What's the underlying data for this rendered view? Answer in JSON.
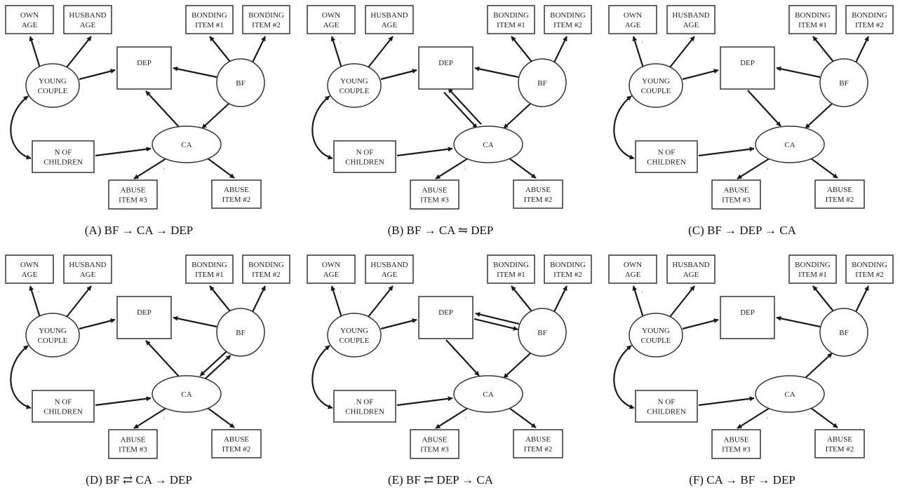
{
  "colors": {
    "stroke": "#1a1a1a",
    "fill": "#ffffff",
    "text": "#222222"
  },
  "nodes": {
    "own_age": {
      "shape": "rect",
      "lines": [
        "OWN",
        "AGE"
      ]
    },
    "husband_age": {
      "shape": "rect",
      "lines": [
        "HUSBAND",
        "AGE"
      ]
    },
    "bonding1": {
      "shape": "rect",
      "lines": [
        "BONDING",
        "ITEM #1"
      ]
    },
    "bonding2": {
      "shape": "rect",
      "lines": [
        "BONDING",
        "ITEM #2"
      ]
    },
    "young_couple": {
      "shape": "ellipse",
      "lines": [
        "YOUNG",
        "COUPLE"
      ]
    },
    "dep": {
      "shape": "rect",
      "lines": [
        "DEP"
      ]
    },
    "bf": {
      "shape": "ellipse",
      "lines": [
        "BF"
      ]
    },
    "ca": {
      "shape": "ellipse",
      "lines": [
        "CA"
      ]
    },
    "n_children": {
      "shape": "rect",
      "lines": [
        "N OF",
        "CHILDREN"
      ]
    },
    "abuse3": {
      "shape": "rect",
      "lines": [
        "ABUSE",
        "ITEM #3"
      ]
    },
    "abuse2": {
      "shape": "rect",
      "lines": [
        "ABUSE",
        "ITEM #2"
      ]
    }
  },
  "small_marks": [
    "1",
    "1",
    "1"
  ],
  "panels": [
    {
      "id": "A",
      "caption": "(A) BF → CA → DEP",
      "bf_ca": "bf-to-ca",
      "ca_dep": "ca-to-dep",
      "bf_dep": "bf-to-dep"
    },
    {
      "id": "B",
      "caption": "(B) BF → CA ⇋ DEP",
      "bf_ca": "bf-to-ca",
      "ca_dep": "both",
      "bf_dep": "bf-to-dep"
    },
    {
      "id": "C",
      "caption": "(C) BF → DEP → CA",
      "bf_ca": "bf-to-ca",
      "ca_dep": "dep-to-ca",
      "bf_dep": "bf-to-dep"
    },
    {
      "id": "D",
      "caption": "(D) BF ⇄ CA → DEP",
      "bf_ca": "both",
      "ca_dep": "ca-to-dep",
      "bf_dep": "bf-to-dep"
    },
    {
      "id": "E",
      "caption": "(E) BF ⇄ DEP → CA",
      "bf_ca": "bf-to-ca",
      "ca_dep": "dep-to-ca",
      "bf_dep": "both"
    },
    {
      "id": "F",
      "caption": "(F) CA → BF → DEP",
      "bf_ca": "ca-to-bf",
      "ca_dep": "none",
      "bf_dep": "bf-to-dep"
    }
  ]
}
